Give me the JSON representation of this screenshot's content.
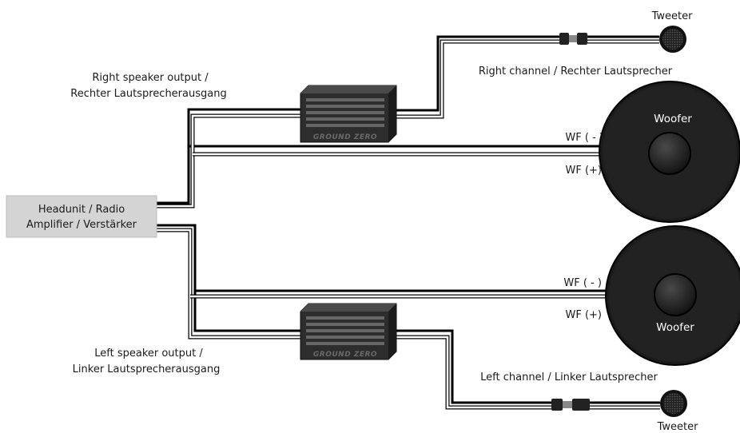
{
  "source": {
    "line1": "Headunit / Radio",
    "line2": "Amplifier / Verstärker"
  },
  "right_output": {
    "line1": "Right speaker output /",
    "line2": "Rechter Lautsprecherausgang"
  },
  "left_output": {
    "line1": "Left speaker output /",
    "line2": "Linker Lautsprecherausgang"
  },
  "crossover": {
    "brand": "GROUND ZERO"
  },
  "right_channel": {
    "label": "Right channel / Rechter Lautsprecher",
    "tweeter": "Tweeter",
    "woofer": "Woofer",
    "wf_minus": "WF ( - )",
    "wf_plus": "WF (+)"
  },
  "left_channel": {
    "label": "Left channel / Linker Lautsprecher",
    "tweeter": "Tweeter",
    "woofer": "Woofer",
    "wf_minus": "WF ( - )",
    "wf_plus": "WF (+)"
  },
  "colors": {
    "wire_negative": "#000000",
    "wire_positive": "#ffffff",
    "source_box": "#d4d4d4",
    "speaker_body": "#1b1b1b",
    "crossover_body": "#2d2d2d"
  }
}
